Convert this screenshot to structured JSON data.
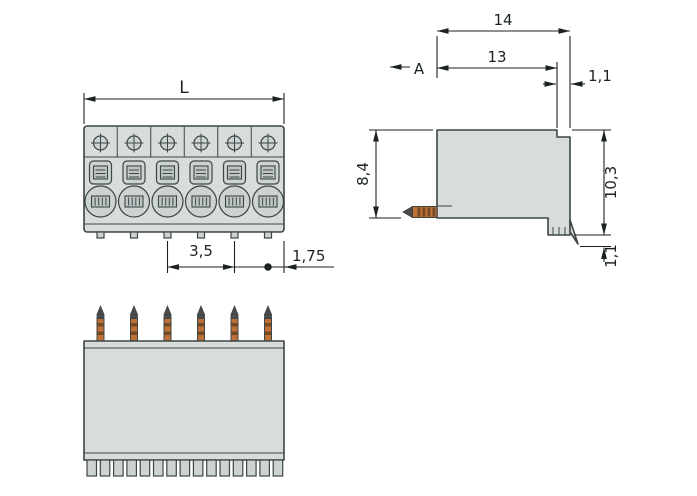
{
  "colors": {
    "body-fill": "#d8dcdb",
    "body-fill2": "#cdd3d2",
    "body-fill3": "#bfc6c5",
    "line": "#3c4646",
    "dim": "#1c2222",
    "pin-copper": "#bf7036",
    "pin-band": "#744a24",
    "pin-tip": "#4b4b4b"
  },
  "dims": {
    "front": {
      "length_label": "L",
      "pitch": "3,5",
      "edge_offset": "1,75"
    },
    "side": {
      "overall_width": "14",
      "datum_label": "A",
      "body_width": "13",
      "top_step": "1,1",
      "body_height": "8,4",
      "overall_height": "10,3",
      "bottom_offset": "1,1"
    }
  },
  "views": {
    "front": {
      "pole_count": 6
    },
    "bottom": {
      "pole_count": 6
    }
  }
}
